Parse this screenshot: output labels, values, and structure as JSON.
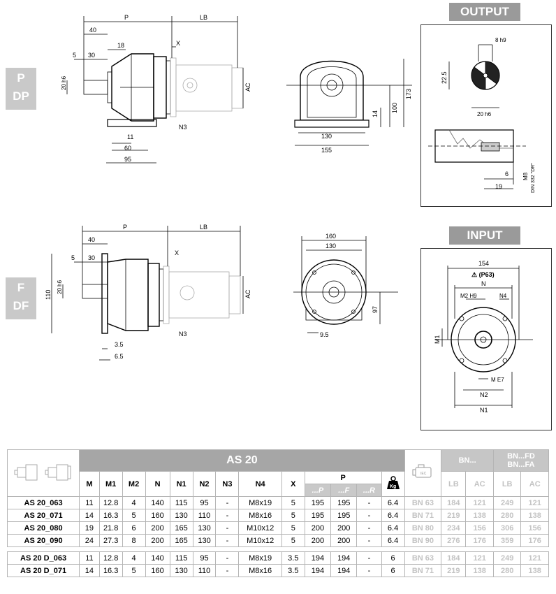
{
  "headers": {
    "output": "OUTPUT",
    "input": "INPUT"
  },
  "side_labels": {
    "p": "P",
    "dp": "DP",
    "f": "F",
    "df": "DF"
  },
  "dims": {
    "P": "P",
    "LB": "LB",
    "40": "40",
    "18": "18",
    "X": "X",
    "5": "5",
    "30": "30",
    "20h6": "20 h6",
    "AC": "AC",
    "11": "11",
    "60": "60",
    "95": "95",
    "N3": "N3",
    "130": "130",
    "155": "155",
    "100": "100",
    "14": "14",
    "173": "173",
    "8h9": "8 h9",
    "22_5": "22.5",
    "m8": "M8",
    "din": "DIN 332 \"DR\"",
    "6": "6",
    "19": "19",
    "110": "110",
    "3_5": "3.5",
    "6_5": "6.5",
    "160": "160",
    "97": "97",
    "9_5": "9.5",
    "154": "154",
    "p63": "⚠ (P63)",
    "N": "N",
    "M2H9": "M2 H9",
    "N4": "N4",
    "M1": "M1",
    "ME7": "M E7",
    "N2": "N2",
    "N1": "N1"
  },
  "table": {
    "title": "AS 20",
    "bn_header": "BN...",
    "bnfd_header": "BN...FD",
    "bnfa_header": "BN...FA",
    "p_group": "P",
    "columns": [
      "M",
      "M1",
      "M2",
      "N",
      "N1",
      "N2",
      "N3",
      "N4",
      "X",
      "...P",
      "...F",
      "...R",
      "Kg",
      "",
      "LB",
      "AC",
      "LB",
      "AC"
    ],
    "rows": [
      [
        "AS 20_063",
        "11",
        "12.8",
        "4",
        "140",
        "115",
        "95",
        "-",
        "M8x19",
        "5",
        "195",
        "195",
        "-",
        "6.4",
        "BN 63",
        "184",
        "121",
        "249",
        "121"
      ],
      [
        "AS 20_071",
        "14",
        "16.3",
        "5",
        "160",
        "130",
        "110",
        "-",
        "M8x16",
        "5",
        "195",
        "195",
        "-",
        "6.4",
        "BN 71",
        "219",
        "138",
        "280",
        "138"
      ],
      [
        "AS 20_080",
        "19",
        "21.8",
        "6",
        "200",
        "165",
        "130",
        "-",
        "M10x12",
        "5",
        "200",
        "200",
        "-",
        "6.4",
        "BN 80",
        "234",
        "156",
        "306",
        "156"
      ],
      [
        "AS 20_090",
        "24",
        "27.3",
        "8",
        "200",
        "165",
        "130",
        "-",
        "M10x12",
        "5",
        "200",
        "200",
        "-",
        "6.4",
        "BN 90",
        "276",
        "176",
        "359",
        "176"
      ]
    ],
    "rows2": [
      [
        "AS 20 D_063",
        "11",
        "12.8",
        "4",
        "140",
        "115",
        "95",
        "-",
        "M8x19",
        "3.5",
        "194",
        "194",
        "-",
        "6",
        "BN 63",
        "184",
        "121",
        "249",
        "121"
      ],
      [
        "AS 20 D_071",
        "14",
        "16.3",
        "5",
        "160",
        "130",
        "110",
        "-",
        "M8x16",
        "3.5",
        "194",
        "194",
        "-",
        "6",
        "BN 71",
        "219",
        "138",
        "280",
        "138"
      ]
    ]
  }
}
